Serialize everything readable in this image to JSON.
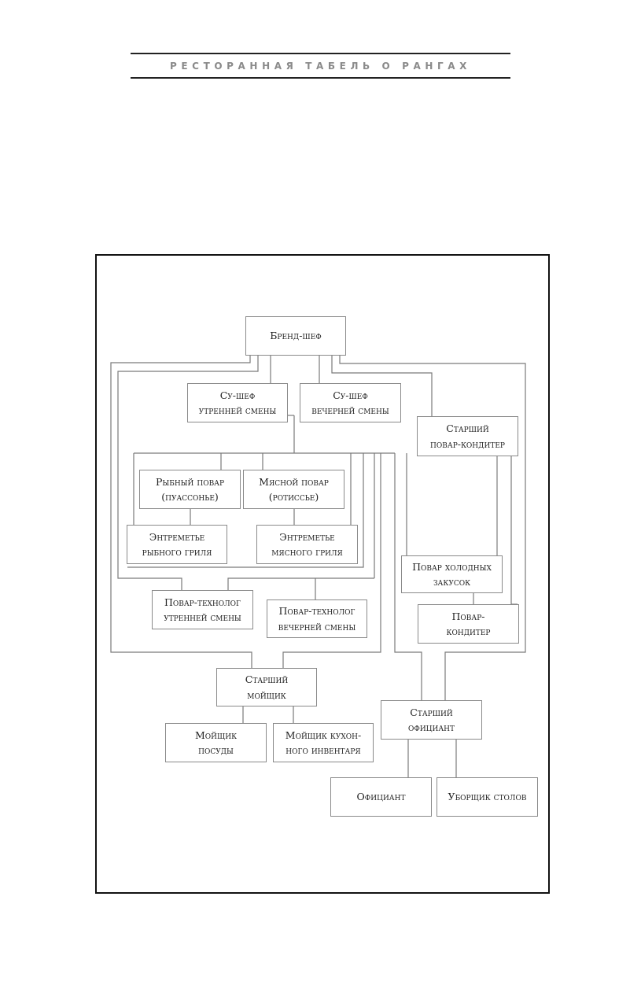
{
  "header": {
    "title": "РЕСТОРАННАЯ ТАБЕЛЬ О РАНГАХ"
  },
  "nodes": {
    "brand_chef": "Бренд-шеф",
    "sous_chef_morning": "Су-шеф\nутренней смены",
    "sous_chef_evening": "Су-шеф\nвечерней смены",
    "senior_pastry_chef": "Старший\nповар-кондитер",
    "fish_cook": "Рыбный повар\n(пуассонье)",
    "meat_cook": "Мясной повар\n(ротиссье)",
    "entremetier_fish": "Энтреметье\nрыбного гриля",
    "entremetier_meat": "Энтреметье\nмясного гриля",
    "cold_appetizer_cook": "Повар холодных\nзакусок",
    "pastry_cook": "Повар-\nкондитер",
    "tech_cook_morning": "Повар-технолог\nутренней смены",
    "tech_cook_evening": "Повар-технолог\nвечерней смены",
    "senior_dishwasher": "Старший\nмойщик",
    "dishwasher": "Мойщик\nпосуды",
    "kitchen_equipment_washer": "Мойщик кухон-\nного инвентаря",
    "head_waiter": "Старший\nофициант",
    "waiter": "Официант",
    "busser": "Уборщик столов"
  }
}
